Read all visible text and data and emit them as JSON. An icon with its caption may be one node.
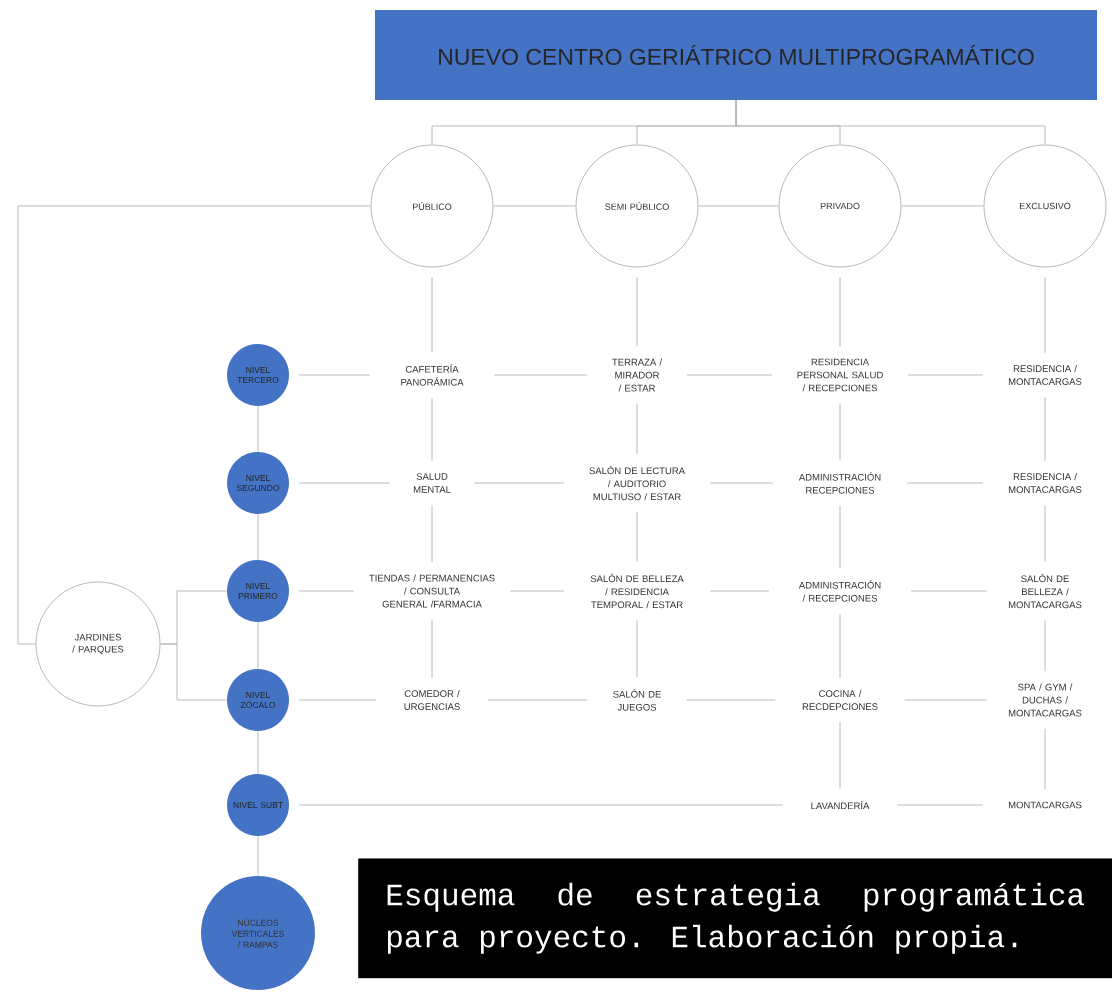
{
  "diagram": {
    "caption": "Esquema de estrategia programática para proyecto. Elaboración propia.",
    "nodes": [
      {
        "text": [
          "NUEVO CENTRO GERIÁTRICO MULTIPROGRAMÁTICO"
        ]
      },
      {
        "text": [
          "PÚBLICO"
        ]
      },
      {
        "text": [
          "SEMI PÚBLICO"
        ]
      },
      {
        "text": [
          "PRIVADO"
        ]
      },
      {
        "text": [
          "EXCLUSIVO"
        ]
      },
      {
        "text": [
          "NIVEL TERCERO"
        ]
      },
      {
        "text": [
          "CAFETERÍA PANORÁMICA"
        ]
      },
      {
        "text": [
          "TERRAZA / MIRADOR / ESTAR"
        ]
      },
      {
        "text": [
          "RESIDENCIA PERSONAL SALUD / RECEPCIONES"
        ]
      },
      {
        "text": [
          "RESIDENCIA / MONTACARGAS"
        ]
      },
      {
        "text": [
          "NIVEL SEGUNDO"
        ]
      },
      {
        "text": [
          "SALUD MENTAL"
        ]
      },
      {
        "text": [
          "SALÓN DE LECTURA / AUDITORIO MULTIUSO / ESTAR"
        ]
      },
      {
        "text": [
          "ADMINISTRACIÓN RECEPCIONES"
        ]
      },
      {
        "text": [
          "RESIDENCIA / MONTACARGAS"
        ]
      },
      {
        "text": [
          "JARDINES / PARQUES"
        ]
      },
      {
        "text": [
          "NIVEL PRIMERO"
        ]
      },
      {
        "text": [
          "TIENDAS / PERMANENCIAS / CONSULTA GENERAL /FARMACIA"
        ]
      },
      {
        "text": [
          "SALÓN DE BELLEZA / RESIDENCIA TEMPORAL / ESTAR"
        ]
      },
      {
        "text": [
          "ADMINISTRACIÓN / RECEPCIONES"
        ]
      },
      {
        "text": [
          "SALÓN DE BELLEZA / MONTACARGAS"
        ]
      },
      {
        "text": [
          "NIVEL ZÓCALO"
        ]
      },
      {
        "text": [
          "COMEDOR / URGENCIAS"
        ]
      },
      {
        "text": [
          "SALÓN DE JUEGOS"
        ]
      },
      {
        "text": [
          "COCINA / RECDEPCIONES"
        ]
      },
      {
        "text": [
          "SPA / GYM / DUCHAS / MONTACARGAS"
        ]
      },
      {
        "text": [
          "NIVEL SUBT"
        ]
      },
      {
        "text": [
          "LAVANDERÍA"
        ]
      },
      {
        "text": [
          "MONTACARGAS"
        ]
      },
      {
        "text": [
          "NÚCLEOS VERTICALES / RAMPAS"
        ]
      }
    ],
    "edges": [
      {
        "from": 0,
        "to": 1,
        "arrow": "none"
      },
      {
        "from": 0,
        "to": 2,
        "arrow": "none"
      },
      {
        "from": 0,
        "to": 3,
        "arrow": "none"
      },
      {
        "from": 0,
        "to": 4,
        "arrow": "none"
      },
      {
        "from": 1,
        "to": 2,
        "arrow": "none"
      },
      {
        "from": 2,
        "to": 3,
        "arrow": "none"
      },
      {
        "from": 3,
        "to": 4,
        "arrow": "none"
      },
      {
        "from": 1,
        "to": 15,
        "arrow": "none"
      },
      {
        "from": 15,
        "to": 16,
        "arrow": "none"
      },
      {
        "from": 15,
        "to": 21,
        "arrow": "none"
      },
      {
        "from": 5,
        "to": 10,
        "arrow": "none"
      },
      {
        "from": 10,
        "to": 16,
        "arrow": "none"
      },
      {
        "from": 16,
        "to": 21,
        "arrow": "none"
      },
      {
        "from": 21,
        "to": 26,
        "arrow": "none"
      },
      {
        "from": 26,
        "to": 29,
        "arrow": "none"
      },
      {
        "from": 5,
        "to": 6,
        "arrow": "none"
      },
      {
        "from": 6,
        "to": 7,
        "arrow": "none"
      },
      {
        "from": 7,
        "to": 8,
        "arrow": "none"
      },
      {
        "from": 8,
        "to": 9,
        "arrow": "none"
      },
      {
        "from": 10,
        "to": 11,
        "arrow": "none"
      },
      {
        "from": 11,
        "to": 12,
        "arrow": "none"
      },
      {
        "from": 12,
        "to": 13,
        "arrow": "none"
      },
      {
        "from": 13,
        "to": 14,
        "arrow": "none"
      },
      {
        "from": 16,
        "to": 17,
        "arrow": "none"
      },
      {
        "from": 17,
        "to": 18,
        "arrow": "none"
      },
      {
        "from": 18,
        "to": 19,
        "arrow": "none"
      },
      {
        "from": 19,
        "to": 20,
        "arrow": "none"
      },
      {
        "from": 21,
        "to": 22,
        "arrow": "none"
      },
      {
        "from": 22,
        "to": 23,
        "arrow": "none"
      },
      {
        "from": 23,
        "to": 24,
        "arrow": "none"
      },
      {
        "from": 24,
        "to": 25,
        "arrow": "none"
      },
      {
        "from": 26,
        "to": 27,
        "arrow": "none"
      },
      {
        "from": 27,
        "to": 28,
        "arrow": "none"
      },
      {
        "from": 1,
        "to": 6,
        "arrow": "none"
      },
      {
        "from": 6,
        "to": 11,
        "arrow": "none"
      },
      {
        "from": 11,
        "to": 17,
        "arrow": "none"
      },
      {
        "from": 17,
        "to": 22,
        "arrow": "none"
      },
      {
        "from": 2,
        "to": 7,
        "arrow": "none"
      },
      {
        "from": 7,
        "to": 12,
        "arrow": "none"
      },
      {
        "from": 12,
        "to": 18,
        "arrow": "none"
      },
      {
        "from": 18,
        "to": 23,
        "arrow": "none"
      },
      {
        "from": 3,
        "to": 8,
        "arrow": "none"
      },
      {
        "from": 8,
        "to": 13,
        "arrow": "none"
      },
      {
        "from": 13,
        "to": 19,
        "arrow": "none"
      },
      {
        "from": 19,
        "to": 24,
        "arrow": "none"
      },
      {
        "from": 24,
        "to": 27,
        "arrow": "none"
      },
      {
        "from": 4,
        "to": 9,
        "arrow": "none"
      },
      {
        "from": 9,
        "to": 14,
        "arrow": "none"
      },
      {
        "from": 14,
        "to": 20,
        "arrow": "none"
      },
      {
        "from": 20,
        "to": 25,
        "arrow": "none"
      },
      {
        "from": 25,
        "to": 28,
        "arrow": "none"
      }
    ]
  }
}
